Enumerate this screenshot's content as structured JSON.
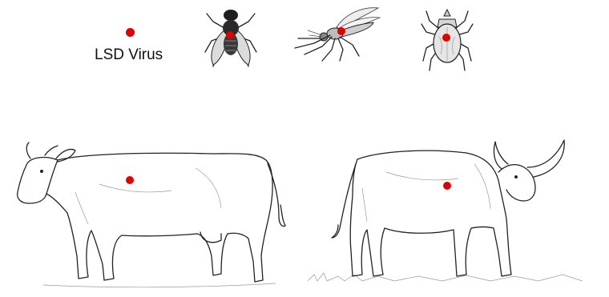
{
  "legend": {
    "label": "LSD Virus",
    "marker_color": "#e00000"
  },
  "vectors": [
    {
      "name": "fly",
      "icon": "fly-icon"
    },
    {
      "name": "mosquito",
      "icon": "mosquito-icon"
    },
    {
      "name": "tick",
      "icon": "tick-icon"
    }
  ],
  "hosts": [
    {
      "name": "cow",
      "icon": "cow-icon"
    },
    {
      "name": "water-buffalo",
      "icon": "buffalo-icon"
    }
  ],
  "colors": {
    "virus_marker": "#e00000",
    "ink": "#222222",
    "background": "#ffffff"
  }
}
